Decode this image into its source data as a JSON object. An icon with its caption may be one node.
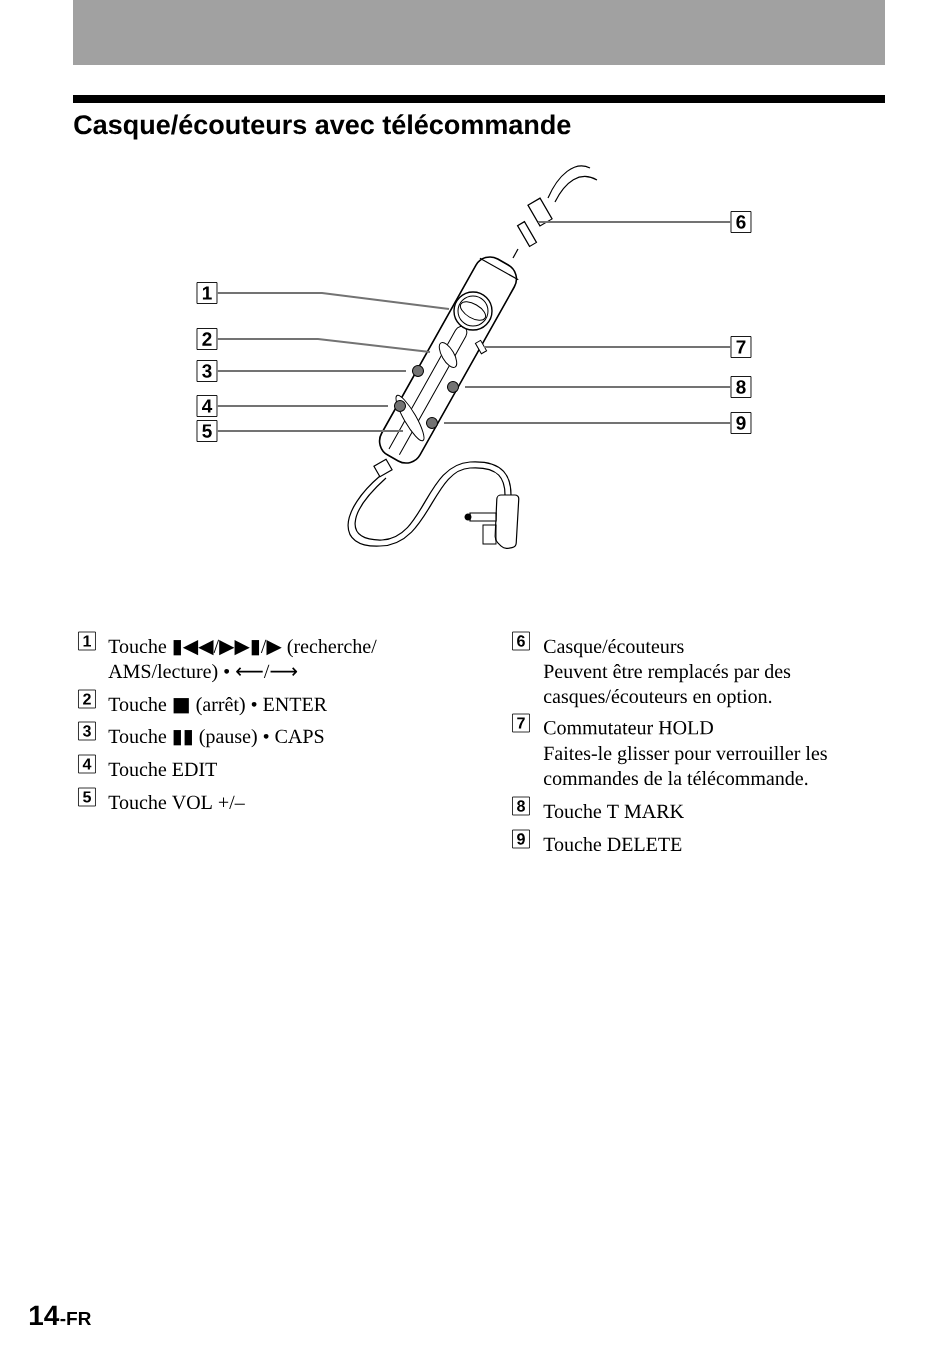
{
  "diagram": {
    "title": "Casque/écouteurs avec télécommande",
    "nodes": [
      {
        "text": [
          "1"
        ]
      },
      {
        "text": [
          "2"
        ]
      },
      {
        "text": [
          "3"
        ]
      },
      {
        "text": [
          "4"
        ]
      },
      {
        "text": [
          "5"
        ]
      },
      {
        "text": [
          "6"
        ]
      },
      {
        "text": [
          "7"
        ]
      },
      {
        "text": [
          "8"
        ]
      },
      {
        "text": [
          "9"
        ]
      }
    ],
    "edges": [
      {
        "from": 0,
        "to": null,
        "arrow": "none"
      },
      {
        "from": 1,
        "to": null,
        "arrow": "none"
      },
      {
        "from": 2,
        "to": null,
        "arrow": "none"
      },
      {
        "from": 3,
        "to": null,
        "arrow": "none"
      },
      {
        "from": 4,
        "to": null,
        "arrow": "none"
      },
      {
        "from": 5,
        "to": null,
        "arrow": "none"
      },
      {
        "from": 6,
        "to": null,
        "arrow": "none"
      },
      {
        "from": 7,
        "to": null,
        "arrow": "none"
      },
      {
        "from": 8,
        "to": null,
        "arrow": "none"
      }
    ],
    "labels": [
      "1",
      "Touche ▮◀◀/▶▶▮/▶ (recherche/ AMS/lecture) • ⟵/⟶",
      "2",
      "Touche ■ (arrêt) • ENTER",
      "3",
      "Touche ▮▮ (pause) • CAPS",
      "4",
      "Touche EDIT",
      "5",
      "Touche VOL +/–",
      "6",
      "Casque/écouteurs",
      "Peuvent être remplacés par des casques/écouteurs en option.",
      "7",
      "Commutateur HOLD",
      "Faites-le glisser pour verrouiller les commandes de la télécommande.",
      "8",
      "Touche T MARK",
      "9",
      "Touche DELETE",
      "14",
      "-FR"
    ]
  }
}
